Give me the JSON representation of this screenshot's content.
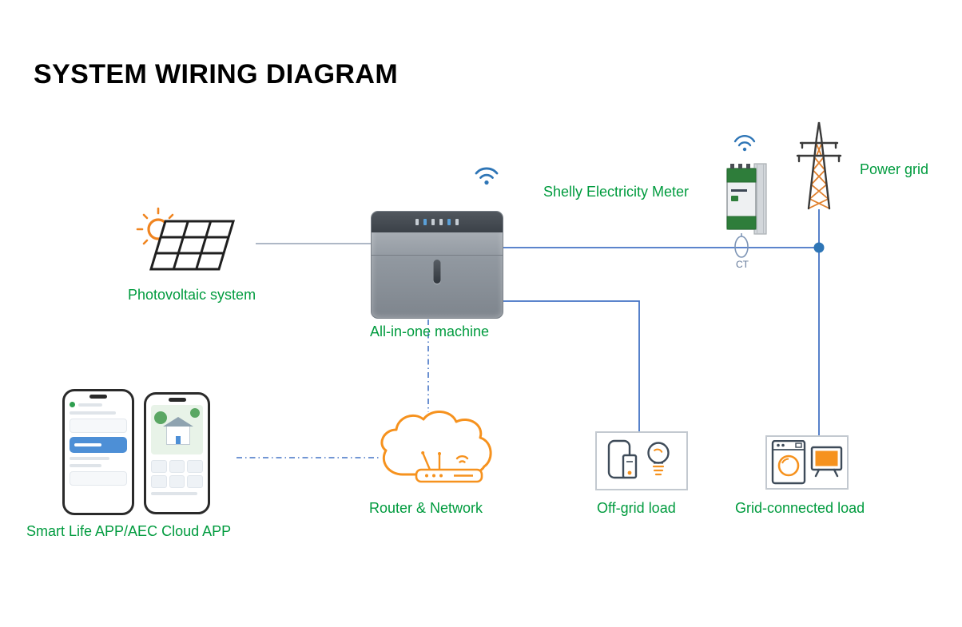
{
  "title": "SYSTEM WIRING DIAGRAM",
  "nodes": {
    "photovoltaic": {
      "label": "Photovoltaic system"
    },
    "all_in_one": {
      "label": "All-in-one machine"
    },
    "shelly_meter": {
      "label": "Shelly Electricity Meter"
    },
    "ct": {
      "label": "CT"
    },
    "power_grid": {
      "label": "Power grid"
    },
    "apps": {
      "label": "Smart Life APP/AEC Cloud APP"
    },
    "router": {
      "label": "Router & Network"
    },
    "off_grid_load": {
      "label": "Off-grid load"
    },
    "grid_connected_load": {
      "label": "Grid-connected load"
    }
  },
  "colors": {
    "label_green": "#009B3E",
    "connector_blue": "#4473C5",
    "junction_blue": "#2E75B6",
    "wifi_blue": "#2E75B6",
    "accent_orange": "#F6921E",
    "device_outline": "#3E4B59",
    "title_black": "#000000"
  }
}
